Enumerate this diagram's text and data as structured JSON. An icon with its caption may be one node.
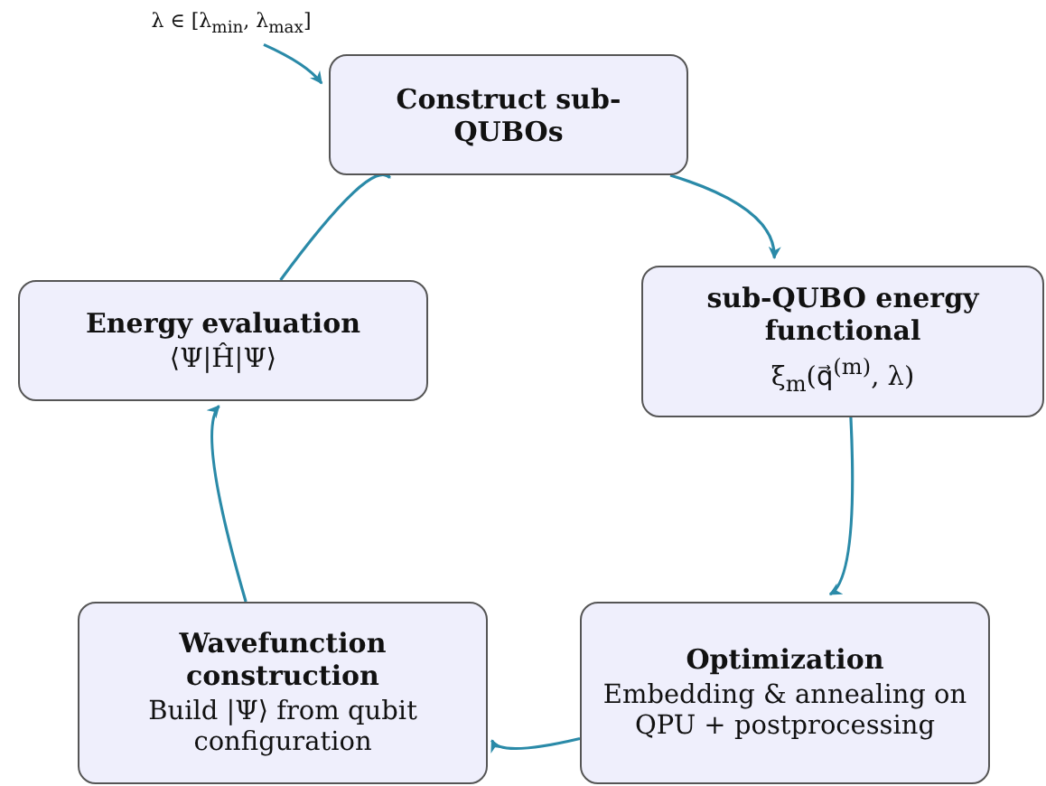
{
  "diagram": {
    "nodes": [
      {
        "text": [
          "λ ∈ [λ$_{min}$, λ$_{max}$]"
        ]
      },
      {
        "text": [
          "Construct sub-QUBOs"
        ]
      },
      {
        "text": [
          "Energy evaluation",
          "⟨Ψ|Ĥ|Ψ⟩"
        ]
      },
      {
        "text": [
          "sub-QUBO energy functional",
          "ξ$_{m}$(q⃗$^{(m)}$, λ)"
        ]
      },
      {
        "text": [
          "Wavefunction construction",
          "Build |Ψ⟩ from qubit configuration"
        ]
      },
      {
        "text": [
          "Optimization",
          "Embedding & annealing on QPU + postprocessing"
        ]
      }
    ],
    "edges": [
      {
        "from": 0,
        "to": 1,
        "arrow": "to"
      },
      {
        "from": 1,
        "to": 3,
        "arrow": "to"
      },
      {
        "from": 3,
        "to": 5,
        "arrow": "to"
      },
      {
        "from": 5,
        "to": 4,
        "arrow": "to"
      },
      {
        "from": 4,
        "to": 2,
        "arrow": "to"
      },
      {
        "from": 2,
        "to": 1,
        "arrow": "to"
      }
    ]
  }
}
